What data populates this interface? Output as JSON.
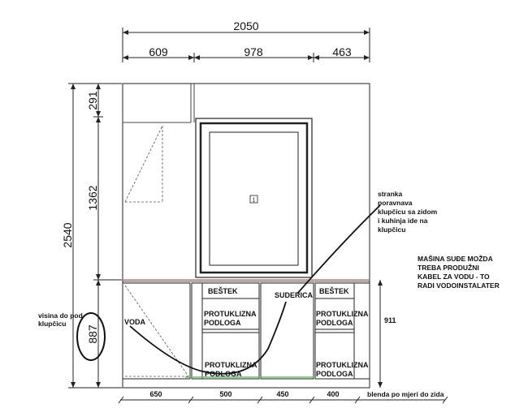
{
  "dimensions": {
    "total_width": "2050",
    "widths": [
      "609",
      "978",
      "463"
    ],
    "total_height": "2540",
    "heights": [
      "291",
      "1362",
      "887"
    ],
    "base_widths": [
      "650",
      "500",
      "450",
      "400"
    ],
    "right_height": "911"
  },
  "window": {
    "tag": "1"
  },
  "cabinets": {
    "bestek_left": "BEŠTEK",
    "bestek_right": "BEŠTEK",
    "suderica": "SUDERICA",
    "protuklizna_1a": "PROTUKLIZNA",
    "protuklizna_1b": "PODLOGA",
    "protuklizna_2a": "PROTUKLIZNA",
    "protuklizna_2b": "PODLOGA",
    "protuklizna_3a": "PROTUKLIZNA",
    "protuklizna_3b": "PODLOGA",
    "protuklizna_4a": "PROTUKLIZNA",
    "protuklizna_4b": "PODLOGA",
    "voda": "VODA"
  },
  "notes": {
    "stranka": [
      "stranka",
      "poravnava",
      "klupčicu sa zidom",
      "i kuhinja ide na",
      "klupčicu"
    ],
    "masina": [
      "MAŠINA SUĐE MOŽDA",
      "TREBA PRODUŽNI",
      "KABEL ZA VODU - TO",
      "RADI VODOINSTALATER"
    ],
    "visina": [
      "visina do pod",
      "klupčicu"
    ],
    "blenda": "blenda po mjeri do zida"
  },
  "colors": {
    "line": "#222222",
    "dashed": "#555555",
    "sill": "#c08080",
    "floor": "#66bb66"
  }
}
